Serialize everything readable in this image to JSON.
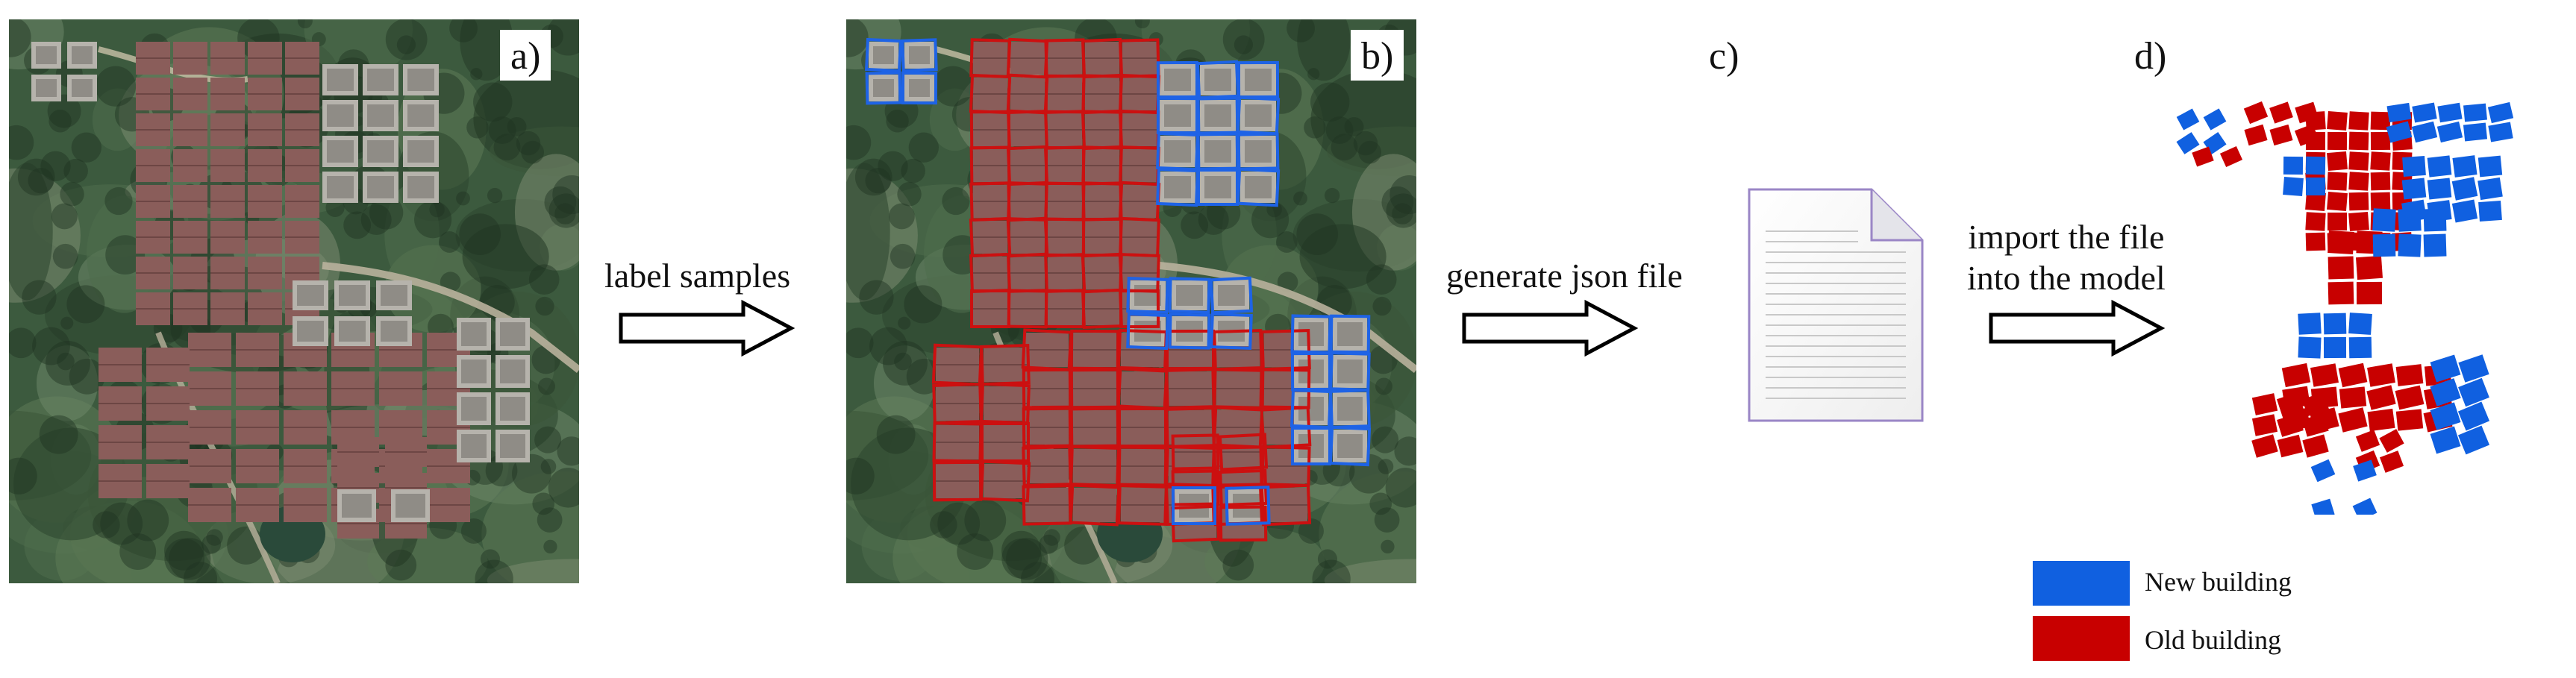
{
  "panels": {
    "a": {
      "label": "a)"
    },
    "b": {
      "label": "b)"
    },
    "c": {
      "label": "c)"
    },
    "d": {
      "label": "d)"
    }
  },
  "steps": {
    "label_samples": "label samples",
    "generate_json": "generate json file",
    "import_line1": "import the file",
    "import_line2": "into the model"
  },
  "legend": {
    "new_building": {
      "label": "New building",
      "color": "#1060e0"
    },
    "old_building": {
      "label": "Old building",
      "color": "#c80000"
    }
  },
  "colors": {
    "vegetation": "#2f4a30",
    "roof": "#8a5d5a",
    "new_box": "#1e63e6",
    "old_box": "#cc1010",
    "doc_border": "#9a86c6"
  },
  "icons": {
    "document": "document-icon",
    "arrow": "hollow-right-arrow-icon"
  }
}
